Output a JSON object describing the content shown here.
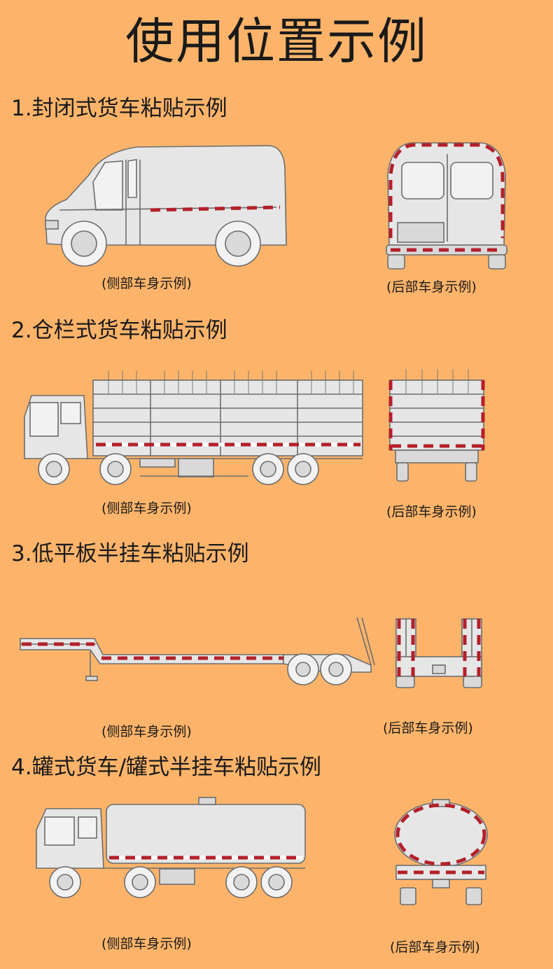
{
  "title": "使用位置示例",
  "colors": {
    "background": "#fdb46a",
    "tape_red": "#b3202a",
    "tape_white": "#ffffff"
  },
  "sections": [
    {
      "heading": "1.封闭式货车粘贴示例",
      "side_caption": "(侧部车身示例)",
      "rear_caption": "(后部车身示例)"
    },
    {
      "heading": "2.仓栏式货车粘贴示例",
      "side_caption": "(侧部车身示例)",
      "rear_caption": "(后部车身示例)"
    },
    {
      "heading": "3.低平板半挂车粘贴示例",
      "side_caption": "(侧部车身示例)",
      "rear_caption": "(后部车身示例)"
    },
    {
      "heading": "4.罐式货车/罐式半挂车粘贴示例",
      "side_caption": "(侧部车身示例)",
      "rear_caption": "(后部车身示例)"
    }
  ]
}
